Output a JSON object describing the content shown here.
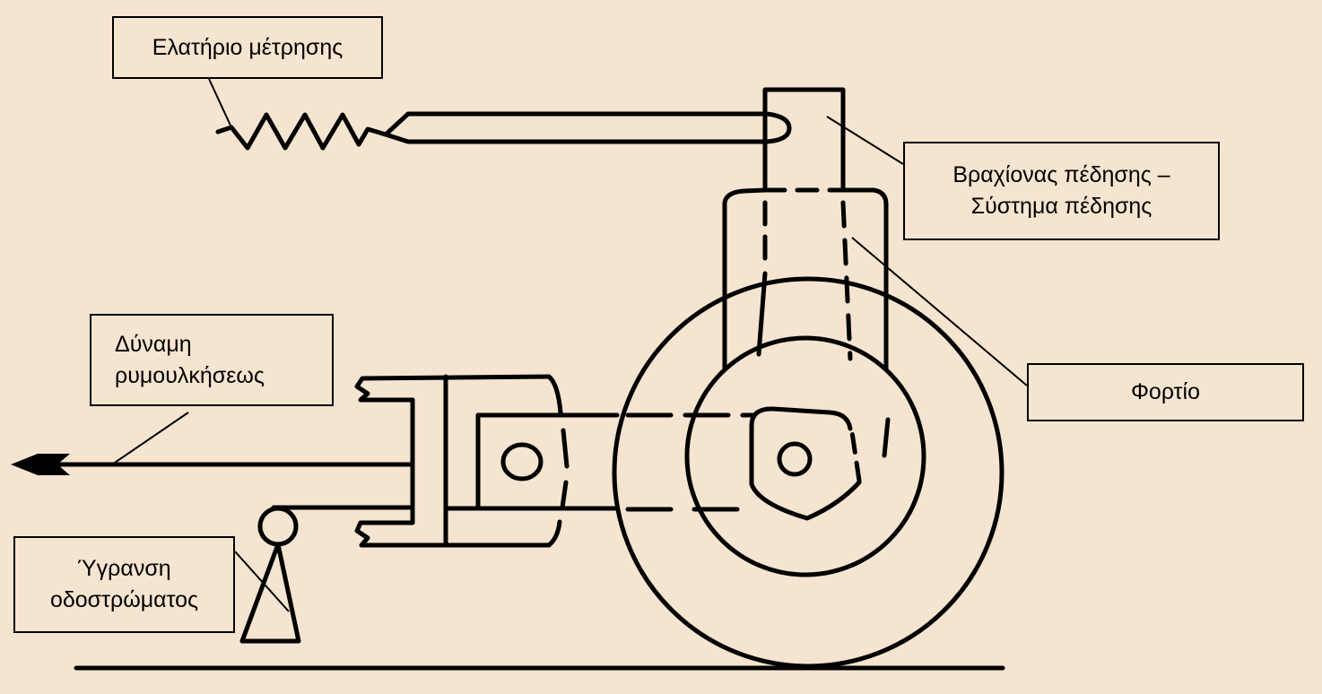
{
  "labels": {
    "measuring_spring": "Ελατήριο μέτρησης",
    "brake_arm_line1": "Βραχίονας πέδησης –",
    "brake_arm_line2": "Σύστημα πέδησης",
    "towing_force_line1": "Δύναμη",
    "towing_force_line2": "ρυμουλκήσεως",
    "load": "Φορτίο",
    "road_wetting_line1": "Ύγρανση",
    "road_wetting_line2": "οδοστρώματος"
  },
  "colors": {
    "background": "#f5e4cf",
    "line": "#000000"
  }
}
